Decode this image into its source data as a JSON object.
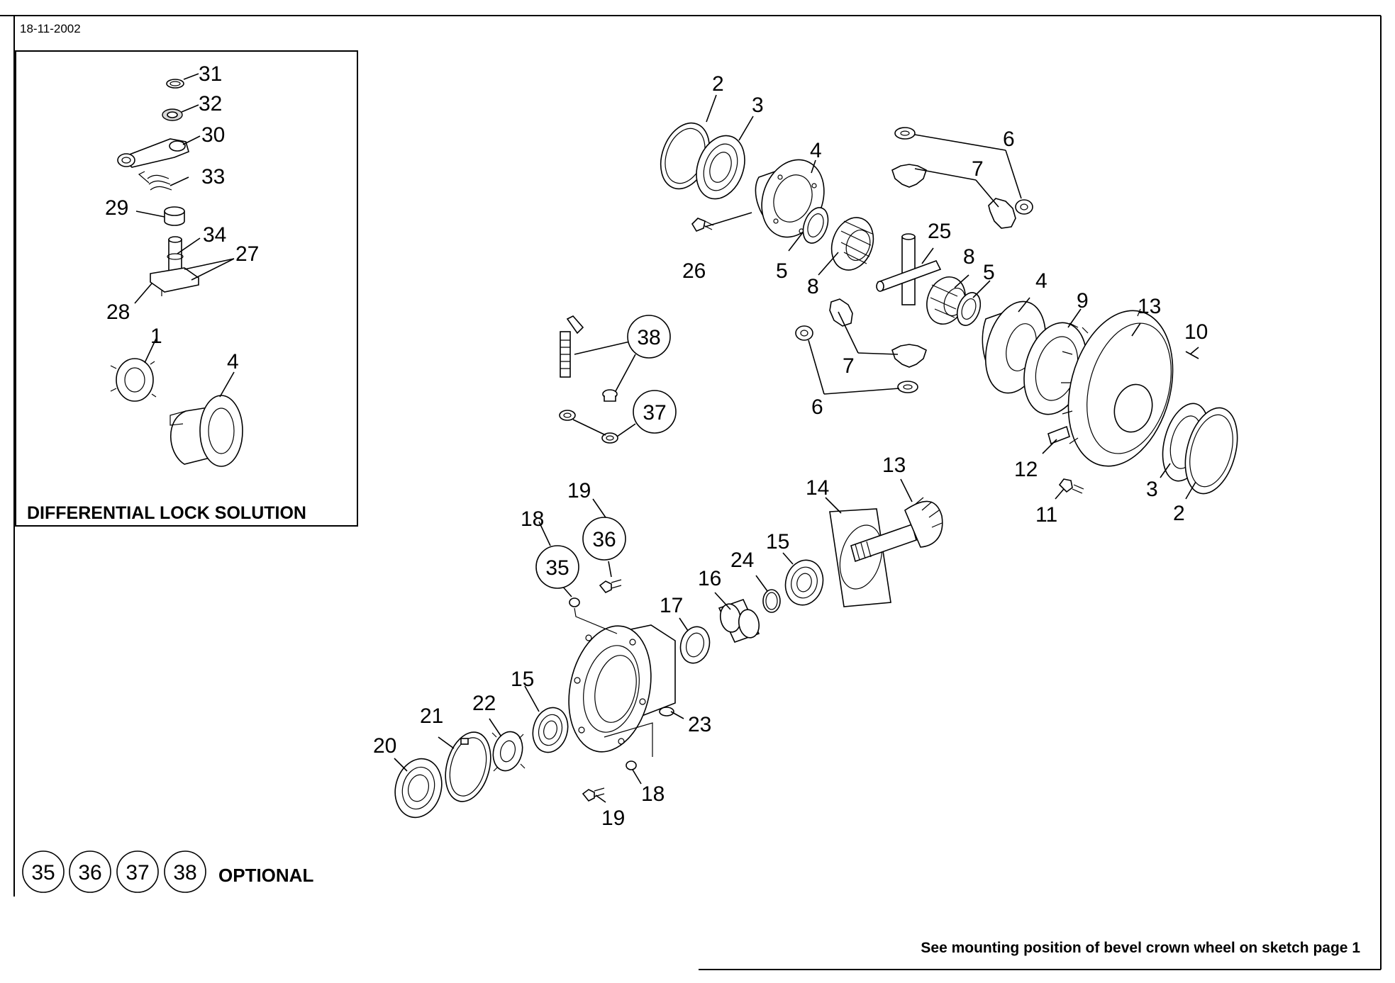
{
  "header": {
    "date": "18-11-2002"
  },
  "inset": {
    "title": "DIFFERENTIAL LOCK SOLUTION"
  },
  "optional": {
    "label": "OPTIONAL",
    "items": [
      "35",
      "36",
      "37",
      "38"
    ]
  },
  "footer": {
    "note": "See mounting position of bevel crown wheel on sketch page 1"
  },
  "callouts": [
    {
      "id": "c31",
      "text": "31"
    },
    {
      "id": "c32",
      "text": "32"
    },
    {
      "id": "c30",
      "text": "30"
    },
    {
      "id": "c33",
      "text": "33"
    },
    {
      "id": "c29",
      "text": "29"
    },
    {
      "id": "c34",
      "text": "34"
    },
    {
      "id": "c27",
      "text": "27"
    },
    {
      "id": "c28",
      "text": "28"
    },
    {
      "id": "c1",
      "text": "1"
    },
    {
      "id": "c4a",
      "text": "4"
    },
    {
      "id": "c2a",
      "text": "2"
    },
    {
      "id": "c3a",
      "text": "3"
    },
    {
      "id": "c4b",
      "text": "4"
    },
    {
      "id": "c6a",
      "text": "6"
    },
    {
      "id": "c7a",
      "text": "7"
    },
    {
      "id": "c25",
      "text": "25"
    },
    {
      "id": "c26",
      "text": "26"
    },
    {
      "id": "c5a",
      "text": "5"
    },
    {
      "id": "c8a",
      "text": "8"
    },
    {
      "id": "c8b",
      "text": "8"
    },
    {
      "id": "c5b",
      "text": "5"
    },
    {
      "id": "c4c",
      "text": "4"
    },
    {
      "id": "c9",
      "text": "9"
    },
    {
      "id": "c13a",
      "text": "13"
    },
    {
      "id": "c10",
      "text": "10"
    },
    {
      "id": "c7b",
      "text": "7"
    },
    {
      "id": "c6b",
      "text": "6"
    },
    {
      "id": "c12",
      "text": "12"
    },
    {
      "id": "c11",
      "text": "11"
    },
    {
      "id": "c3b",
      "text": "3"
    },
    {
      "id": "c2b",
      "text": "2"
    },
    {
      "id": "c38",
      "text": "38"
    },
    {
      "id": "c37",
      "text": "37"
    },
    {
      "id": "c19a",
      "text": "19"
    },
    {
      "id": "c18a",
      "text": "18"
    },
    {
      "id": "c36",
      "text": "36"
    },
    {
      "id": "c35",
      "text": "35"
    },
    {
      "id": "c13b",
      "text": "13"
    },
    {
      "id": "c14",
      "text": "14"
    },
    {
      "id": "c24",
      "text": "24"
    },
    {
      "id": "c15a",
      "text": "15"
    },
    {
      "id": "c16",
      "text": "16"
    },
    {
      "id": "c17",
      "text": "17"
    },
    {
      "id": "c15b",
      "text": "15"
    },
    {
      "id": "c22",
      "text": "22"
    },
    {
      "id": "c21",
      "text": "21"
    },
    {
      "id": "c20",
      "text": "20"
    },
    {
      "id": "c23",
      "text": "23"
    },
    {
      "id": "c18b",
      "text": "18"
    },
    {
      "id": "c19b",
      "text": "19"
    }
  ]
}
